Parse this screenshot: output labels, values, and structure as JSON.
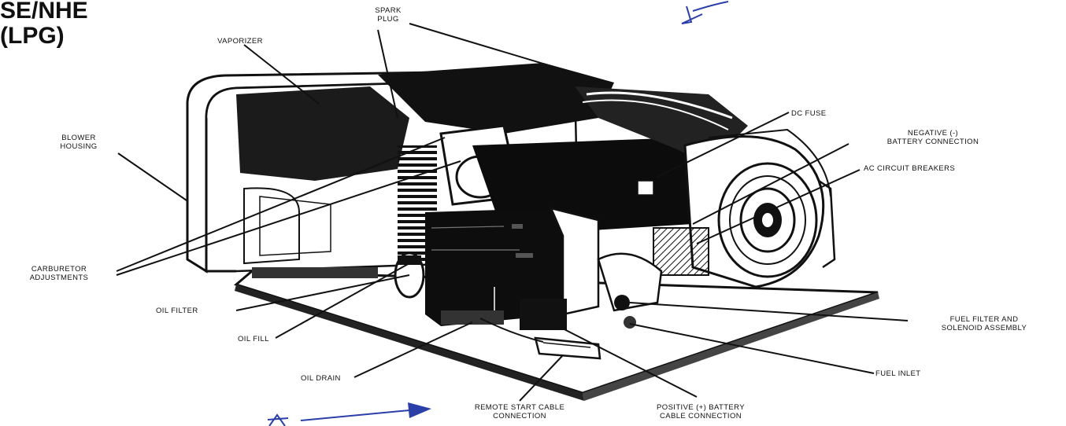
{
  "diagram": {
    "title_line1": "SE/NHE",
    "title_line2": "(LPG)",
    "labels": {
      "spark_plug": "SPARK\nPLUG",
      "vaporizer": "VAPORIZER",
      "blower_housing": "BLOWER\nHOUSING",
      "dc_fuse": "DC FUSE",
      "negative_battery": "NEGATIVE (-)\nBATTERY CONNECTION",
      "ac_breakers": "AC CIRCUIT BREAKERS",
      "carburetor": "CARBURETOR\nADJUSTMENTS",
      "oil_filter": "OIL FILTER",
      "oil_fill": "OIL FILL",
      "oil_drain": "OIL DRAIN",
      "fuel_filter": "FUEL FILTER AND\nSOLENOID ASSEMBLY",
      "fuel_inlet": "FUEL INLET",
      "remote_start": "REMOTE START CABLE\nCONNECTION",
      "positive_battery": "POSITIVE (+) BATTERY\nCABLE CONNECTION"
    },
    "colors": {
      "ink": "#111111",
      "pen": "#2b3fa8",
      "paper": "#ffffff"
    }
  }
}
